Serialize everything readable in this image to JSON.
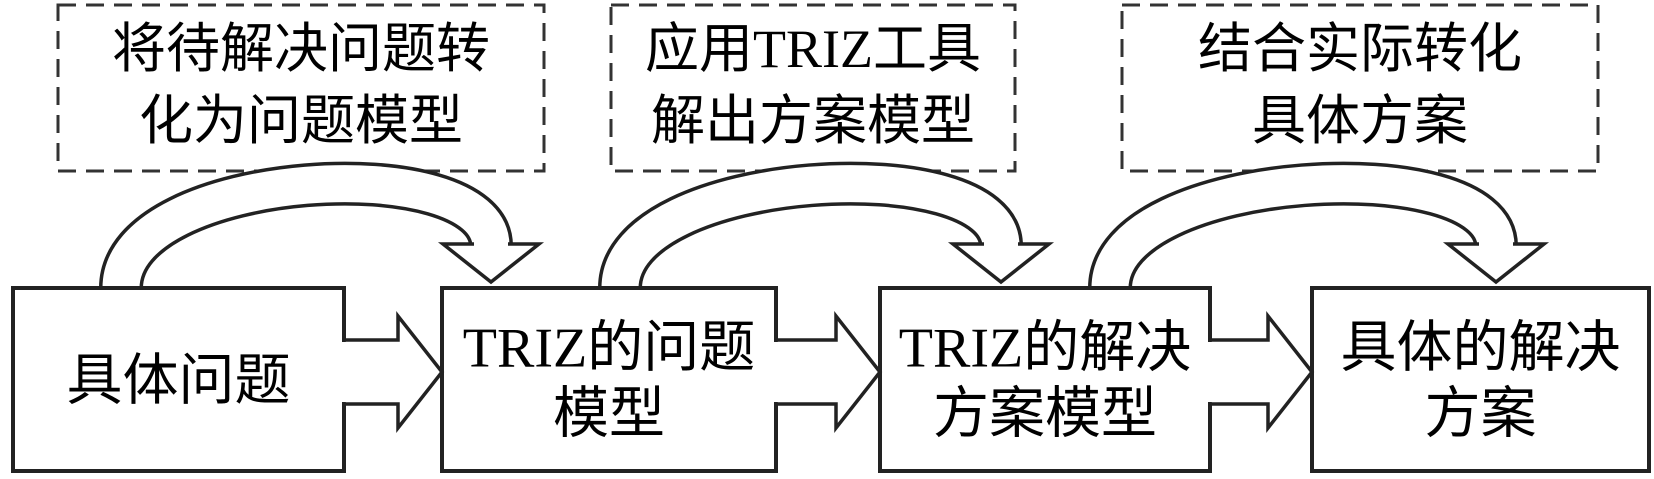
{
  "diagram": {
    "steps": [
      {
        "lines": [
          "具体问题"
        ]
      },
      {
        "lines": [
          "TRIZ的问题",
          "模型"
        ]
      },
      {
        "lines": [
          "TRIZ的解决",
          "方案模型"
        ]
      },
      {
        "lines": [
          "具体的解决",
          "方案"
        ]
      }
    ],
    "transitions": [
      {
        "lines": [
          "将待解决问题转",
          "化为问题模型"
        ]
      },
      {
        "lines": [
          "应用TRIZ工具",
          "解出方案模型"
        ]
      },
      {
        "lines": [
          "结合实际转化",
          "具体方案"
        ]
      }
    ]
  }
}
